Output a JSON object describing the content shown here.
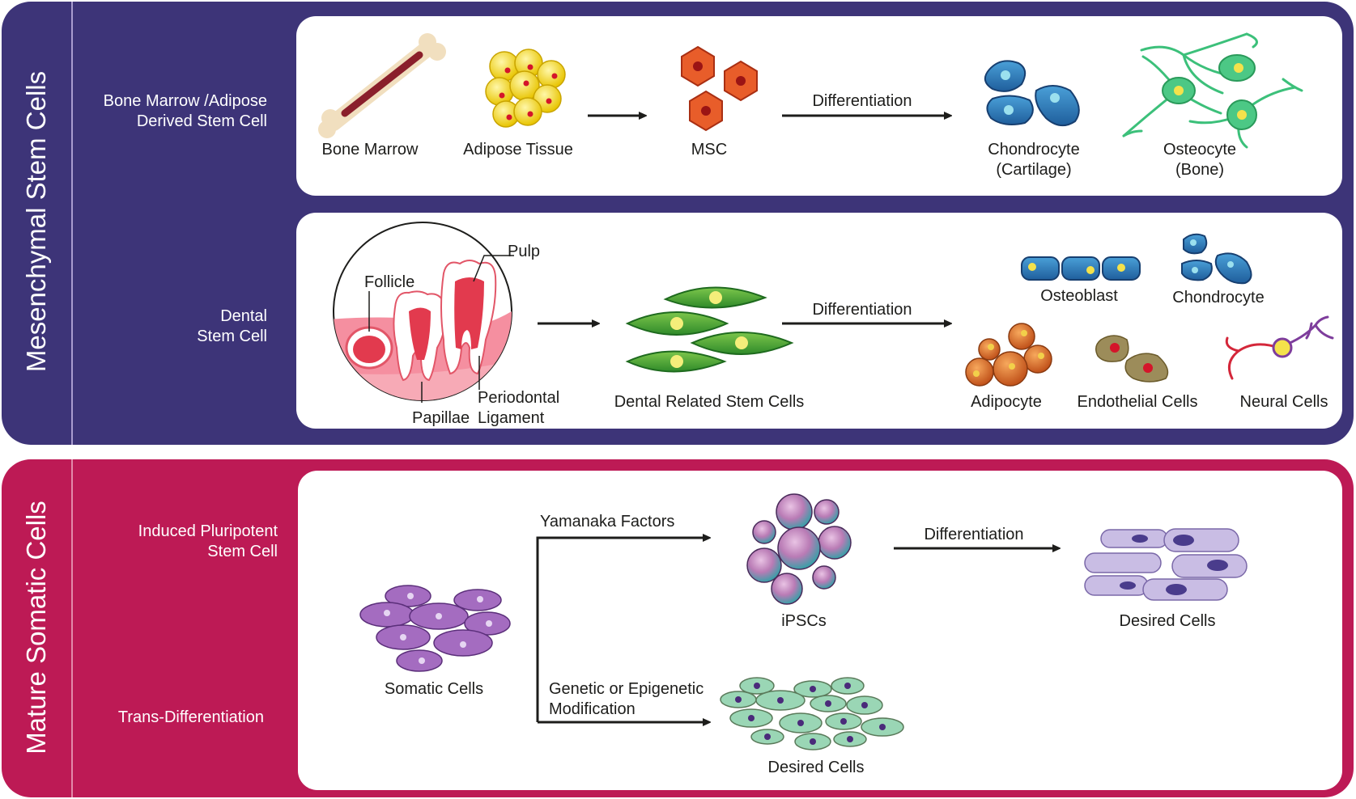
{
  "sections": {
    "mesenchymal": {
      "title": "Mesenchymal Stem Cells",
      "row1_label_line1": "Bone Marrow /Adipose",
      "row1_label_line2": "Derived Stem Cell",
      "row2_label_line1": "Dental",
      "row2_label_line2": "Stem Cell",
      "color": "#3d3478"
    },
    "somatic": {
      "title": "Mature Somatic Cells",
      "row1_label_line1": "Induced Pluripotent",
      "row1_label_line2": "Stem Cell",
      "row2_label": "Trans-Differentiation",
      "color": "#bd1a55"
    }
  },
  "bm_row": {
    "bone_marrow": "Bone Marrow",
    "adipose_tissue": "Adipose Tissue",
    "msc": "MSC",
    "differentiation": "Differentiation",
    "chondrocyte_line1": "Chondrocyte",
    "chondrocyte_line2": "(Cartilage)",
    "osteocyte_line1": "Osteocyte",
    "osteocyte_line2": "(Bone)"
  },
  "dental_row": {
    "pulp": "Pulp",
    "follicle": "Follicle",
    "periodontal": "Periodontal",
    "papillae": "Papillae",
    "ligament": "Ligament",
    "dental_related": "Dental Related Stem Cells",
    "differentiation": "Differentiation",
    "osteoblast": "Osteoblast",
    "chondrocyte": "Chondrocyte",
    "adipocyte": "Adipocyte",
    "endothelial": "Endothelial Cells",
    "neural": "Neural Cells"
  },
  "somatic_row": {
    "yamanaka": "Yamanaka Factors",
    "ipscs": "iPSCs",
    "differentiation": "Differentiation",
    "desired_cells_top": "Desired Cells",
    "somatic_cells": "Somatic Cells",
    "genetic_line1": "Genetic or Epigenetic",
    "genetic_line2": "Modification",
    "desired_cells_bottom": "Desired Cells"
  },
  "icons": [
    "bone-icon",
    "adipose-cluster-icon",
    "msc-cells-icon",
    "chondrocyte-cells-icon",
    "osteocyte-cells-icon",
    "tooth-section-icon",
    "dental-stem-cells-icon",
    "osteoblast-icon",
    "adipocyte-icon",
    "endothelial-icon",
    "neural-cell-icon",
    "somatic-cells-icon",
    "ipsc-cluster-icon",
    "desired-cells-purple-icon",
    "desired-cells-green-icon"
  ]
}
